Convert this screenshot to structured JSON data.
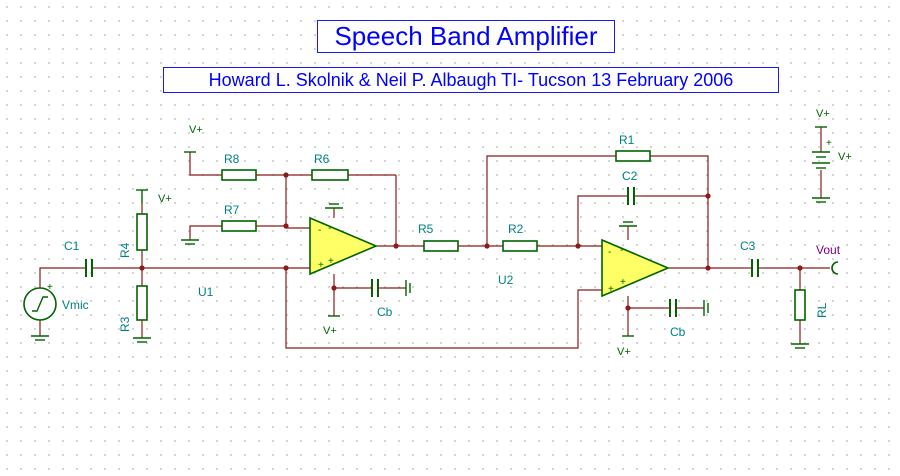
{
  "title": "Speech Band Amplifier",
  "subtitle": "Howard L. Skolnik & Neil P. Albaugh  TI- Tucson  13 February 2006",
  "labels": {
    "r1": "R1",
    "r2": "R2",
    "r3": "R3",
    "r4": "R4",
    "r5": "R5",
    "r6": "R6",
    "r7": "R7",
    "r8": "R8",
    "rl": "RL",
    "c1": "C1",
    "c2": "C2",
    "c3": "C3",
    "cb1": "Cb",
    "cb2": "Cb",
    "u1": "U1",
    "u2": "U2",
    "vmic": "Vmic",
    "vout": "Vout",
    "vplus": "V+",
    "minus": "-",
    "plus": "+"
  }
}
